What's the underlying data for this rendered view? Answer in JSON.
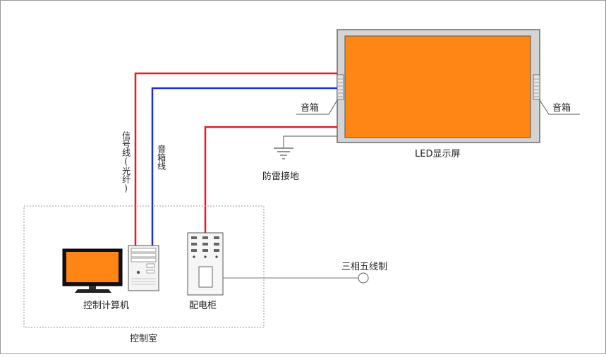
{
  "labels": {
    "speaker_left": "音箱",
    "speaker_right": "音箱",
    "led_screen": "LED显示屏",
    "lightning_ground": "防雷接地",
    "signal_line": "信号线(光纤)",
    "speaker_line": "音箱线",
    "three_phase": "三相五线制",
    "control_computer": "控制计算机",
    "distribution_cabinet": "配电柜",
    "control_room": "控制室"
  },
  "colors": {
    "screen_orange": "#FF8514",
    "signal_red": "#E8191F",
    "speaker_blue": "#1E2FD6",
    "frame_gray": "#C8C8C8",
    "border_dark": "#555555"
  }
}
